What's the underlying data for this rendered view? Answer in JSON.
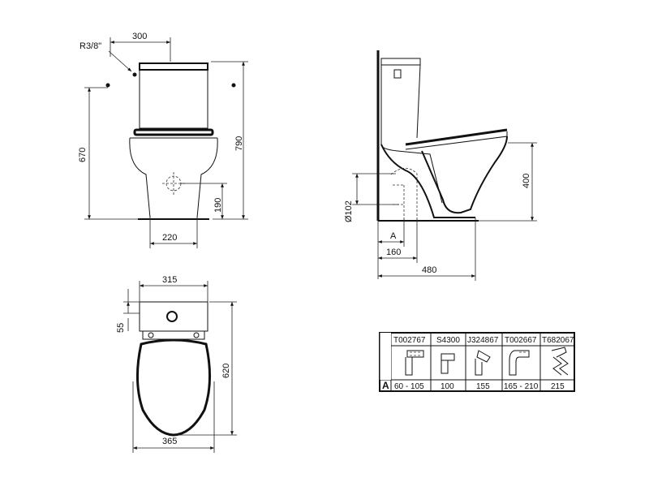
{
  "front_view": {
    "thread_label": "R3/8\"",
    "width_top": "300",
    "height_total": "790",
    "height_seat": "670",
    "outlet_height": "190",
    "base_width": "220"
  },
  "side_view": {
    "pipe_diameter": "Ø102",
    "seat_height": "400",
    "a_label": "A",
    "offset": "160",
    "depth": "480"
  },
  "top_view": {
    "width_tank": "315",
    "tank_offset": "55",
    "length": "620",
    "width_bowl": "365"
  },
  "connector_table": {
    "row_label": "A",
    "columns": [
      {
        "code": "T002767",
        "range": "60 - 105",
        "icon": "straight-connector-icon"
      },
      {
        "code": "S4300",
        "range": "100",
        "icon": "short-connector-icon"
      },
      {
        "code": "J324867",
        "range": "155",
        "icon": "angled-connector-icon"
      },
      {
        "code": "T002667",
        "range": "165 - 210",
        "icon": "offset-connector-icon"
      },
      {
        "code": "T682067",
        "range": "215",
        "icon": "flexible-connector-icon"
      }
    ]
  }
}
